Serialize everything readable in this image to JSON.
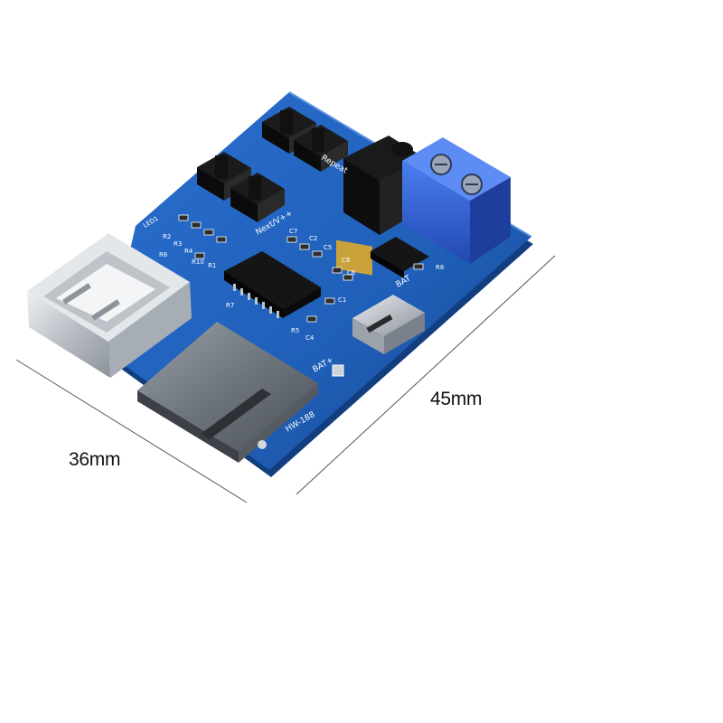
{
  "dimensions": {
    "width_label": "36mm",
    "length_label": "45mm"
  },
  "silkscreen": {
    "next_label": "Next/V++",
    "repeat_label": "Repeat",
    "bat_label": "BAT",
    "bat_plus_label": "BAT+",
    "board_id": "HW-188",
    "led_label": "LED1",
    "c7": "C7",
    "c2": "C2",
    "c5": "C5",
    "c8": "C8",
    "c6": "C6",
    "c1": "C1",
    "c4": "C4",
    "r1": "R1",
    "r5": "R5",
    "r7": "R7",
    "r8": "R8",
    "r2": "R2",
    "r3": "R3",
    "r4": "R4",
    "r6": "R6",
    "r10": "R10"
  },
  "colors": {
    "background": "#ffffff",
    "pcb_blue": "#1f5fb8",
    "pcb_edge": "#123e80",
    "terminal_blue": "#2f62d6",
    "metal": "#c8ccd2",
    "dimension_line": "#555555"
  }
}
